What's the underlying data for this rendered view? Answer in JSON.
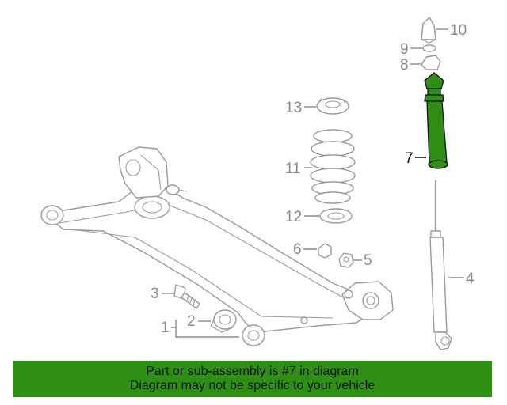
{
  "diagram": {
    "highlighted_part": "7",
    "highlight_color": "#2f8f14",
    "callouts": [
      {
        "id": "c1",
        "label": "1"
      },
      {
        "id": "c2",
        "label": "2"
      },
      {
        "id": "c3",
        "label": "3"
      },
      {
        "id": "c4",
        "label": "4"
      },
      {
        "id": "c5",
        "label": "5"
      },
      {
        "id": "c6",
        "label": "6"
      },
      {
        "id": "c7",
        "label": "7"
      },
      {
        "id": "c8",
        "label": "8"
      },
      {
        "id": "c9",
        "label": "9"
      },
      {
        "id": "c10",
        "label": "10"
      },
      {
        "id": "c11",
        "label": "11"
      },
      {
        "id": "c12",
        "label": "12"
      },
      {
        "id": "c13",
        "label": "13"
      }
    ]
  },
  "banner": {
    "line1": "Part or sub-assembly is #7 in diagram",
    "line2": "Diagram may not be specific to your vehicle",
    "background": "#2f8f14"
  }
}
